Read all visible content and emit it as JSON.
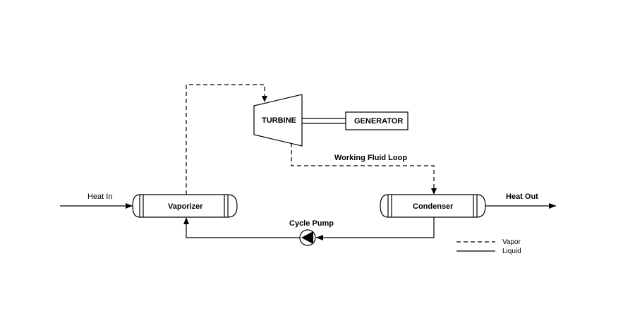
{
  "diagram": {
    "components": {
      "turbine": "TURBINE",
      "generator": "GENERATOR",
      "vaporizer": "Vaporizer",
      "condenser": "Condenser",
      "pump": "Cycle Pump"
    },
    "labels": {
      "heat_in": "Heat In",
      "heat_out": "Heat Out",
      "loop": "Working Fluid Loop"
    },
    "legend": {
      "vapor": "Vapor",
      "liquid": "Liquid"
    }
  }
}
